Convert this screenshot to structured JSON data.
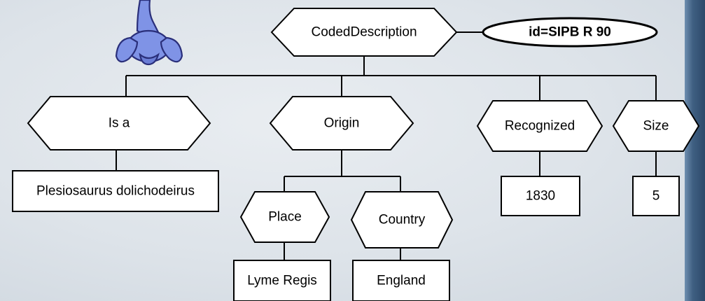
{
  "diagram": {
    "root": {
      "label": "CodedDescription",
      "id_label": "id=SIPB R 90"
    },
    "categories": {
      "is_a": {
        "label": "Is a",
        "value": "Plesiosaurus dolichodeirus"
      },
      "origin": {
        "label": "Origin",
        "place": {
          "label": "Place",
          "value": "Lyme Regis"
        },
        "country": {
          "label": "Country",
          "value": "England"
        }
      },
      "recognized": {
        "label": "Recognized",
        "value": "1830"
      },
      "size": {
        "label": "Size",
        "value": "5"
      }
    }
  },
  "colors": {
    "mascot_fill": "#7f93e6",
    "mascot_outline": "#2a2f7a",
    "edge": "#000000",
    "node_fill": "#ffffff",
    "side_strip": "#3f5f82"
  },
  "icons": {
    "mascot": "plesiosaur-mascot-icon"
  }
}
